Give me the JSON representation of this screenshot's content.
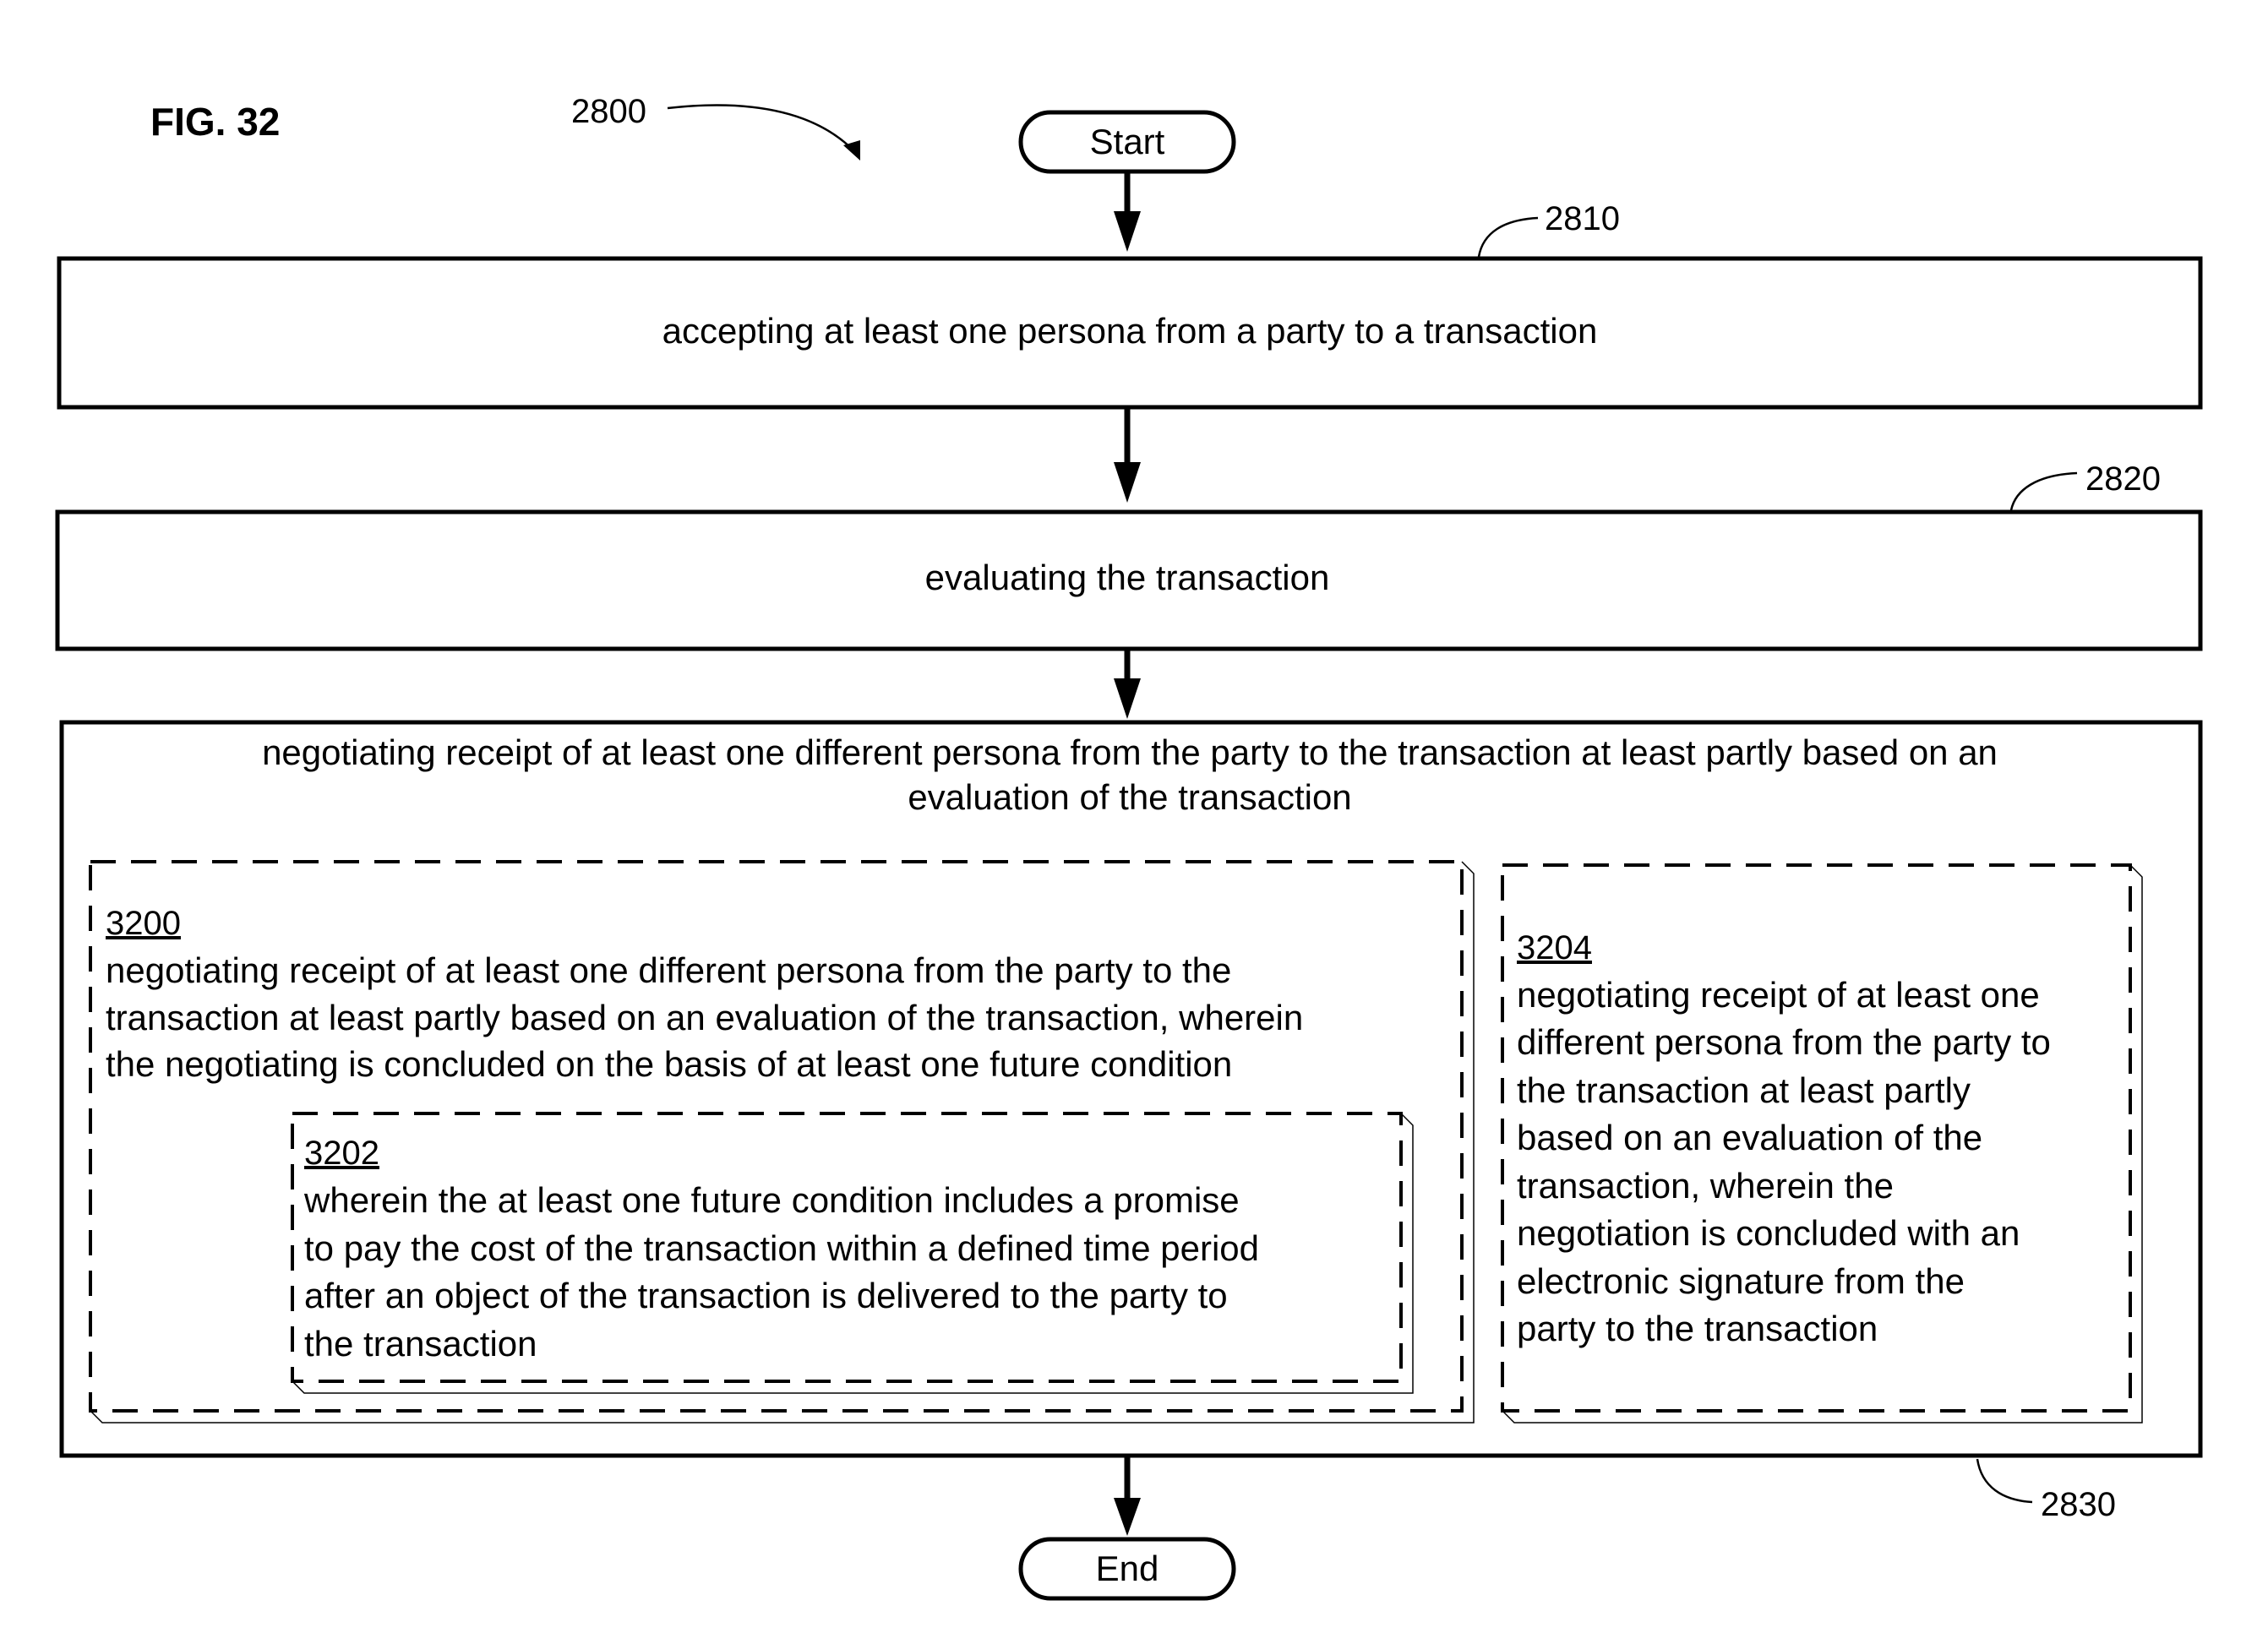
{
  "figure_label": "FIG. 32",
  "method_ref": "2800",
  "terminals": {
    "start": "Start",
    "end": "End"
  },
  "steps": [
    {
      "ref": "2810",
      "text": "accepting at least one persona from a party to a transaction"
    },
    {
      "ref": "2820",
      "text": "evaluating the transaction"
    },
    {
      "ref": "2830",
      "text_lines": [
        "negotiating receipt of at least one different persona from the party to the transaction at least partly based on an",
        "evaluation of the transaction"
      ]
    }
  ],
  "options": {
    "op3200": {
      "ref": "3200",
      "lines": [
        "negotiating receipt of at least one different persona from the party to the",
        "transaction at least partly based on an evaluation of the transaction, wherein",
        "the negotiating is concluded on the basis of at least one future condition"
      ]
    },
    "op3202": {
      "ref": "3202",
      "lines": [
        "wherein the at least one future condition includes a promise",
        "to pay the cost of the transaction within a defined time period",
        "after an object of the transaction is delivered to the party to",
        "the transaction"
      ]
    },
    "op3204": {
      "ref": "3204",
      "lines": [
        "negotiating receipt of at least one",
        "different persona from the party to",
        "the transaction at least partly",
        "based on an evaluation of the",
        "transaction, wherein the",
        "negotiation is concluded with an",
        "electronic signature from the",
        "party to the transaction"
      ]
    }
  }
}
